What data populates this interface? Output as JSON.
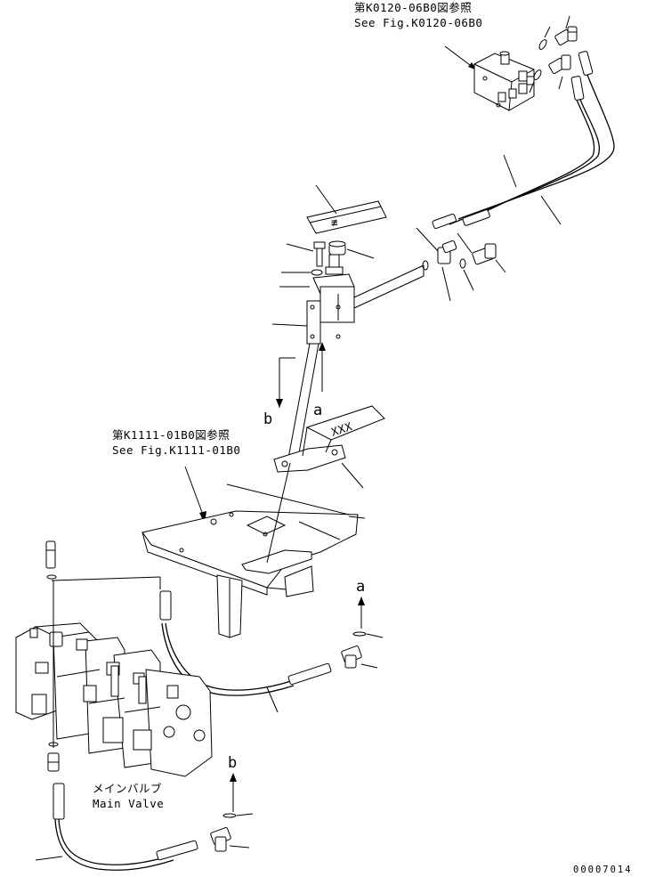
{
  "refs": {
    "top_jp": "第K0120-06B0図参照",
    "top_en": "See Fig.K0120-06B0",
    "mid_jp": "第K1111-01B0図参照",
    "mid_en": "See Fig.K1111-01B0"
  },
  "valve": {
    "label_jp": "メインバルブ",
    "label_en": "Main Valve"
  },
  "markers": {
    "a_upper": "a",
    "b_upper": "b",
    "a_lower": "a",
    "b_lower": "b"
  },
  "label_plate_mark": "≢",
  "bracket_mark": "XXX",
  "catalog_number": "00007014"
}
